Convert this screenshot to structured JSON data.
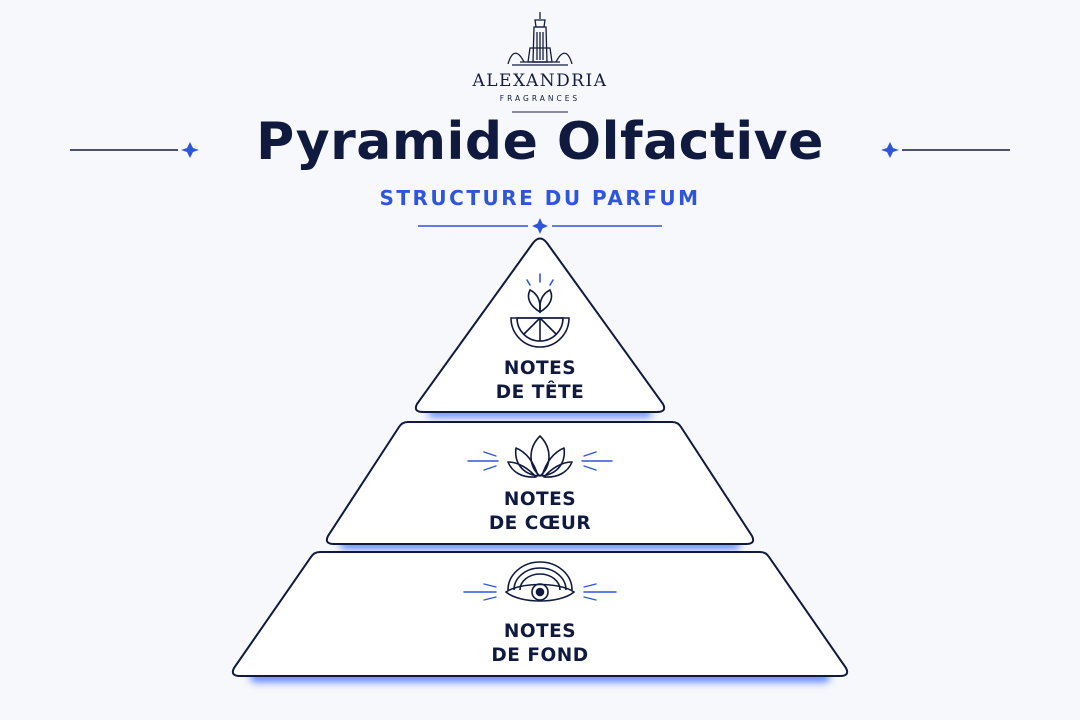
{
  "brand": {
    "name": "ALEXANDRIA",
    "tagline": "FRAGRANCES"
  },
  "title": "Pyramide Olfactive",
  "subtitle": "STRUCTURE DU PARFUM",
  "tiers": [
    {
      "line1": "NOTES",
      "line2": "DE TÊTE",
      "icon": "citrus-leaves-icon"
    },
    {
      "line1": "NOTES",
      "line2": "DE CŒUR",
      "icon": "lotus-flower-icon"
    },
    {
      "line1": "NOTES",
      "line2": "DE FOND",
      "icon": "amber-shell-icon"
    }
  ],
  "colors": {
    "navy": "#101a3e",
    "accent": "#2f56d8",
    "glow": "#3b6bff",
    "background": "#f7f8fb"
  }
}
